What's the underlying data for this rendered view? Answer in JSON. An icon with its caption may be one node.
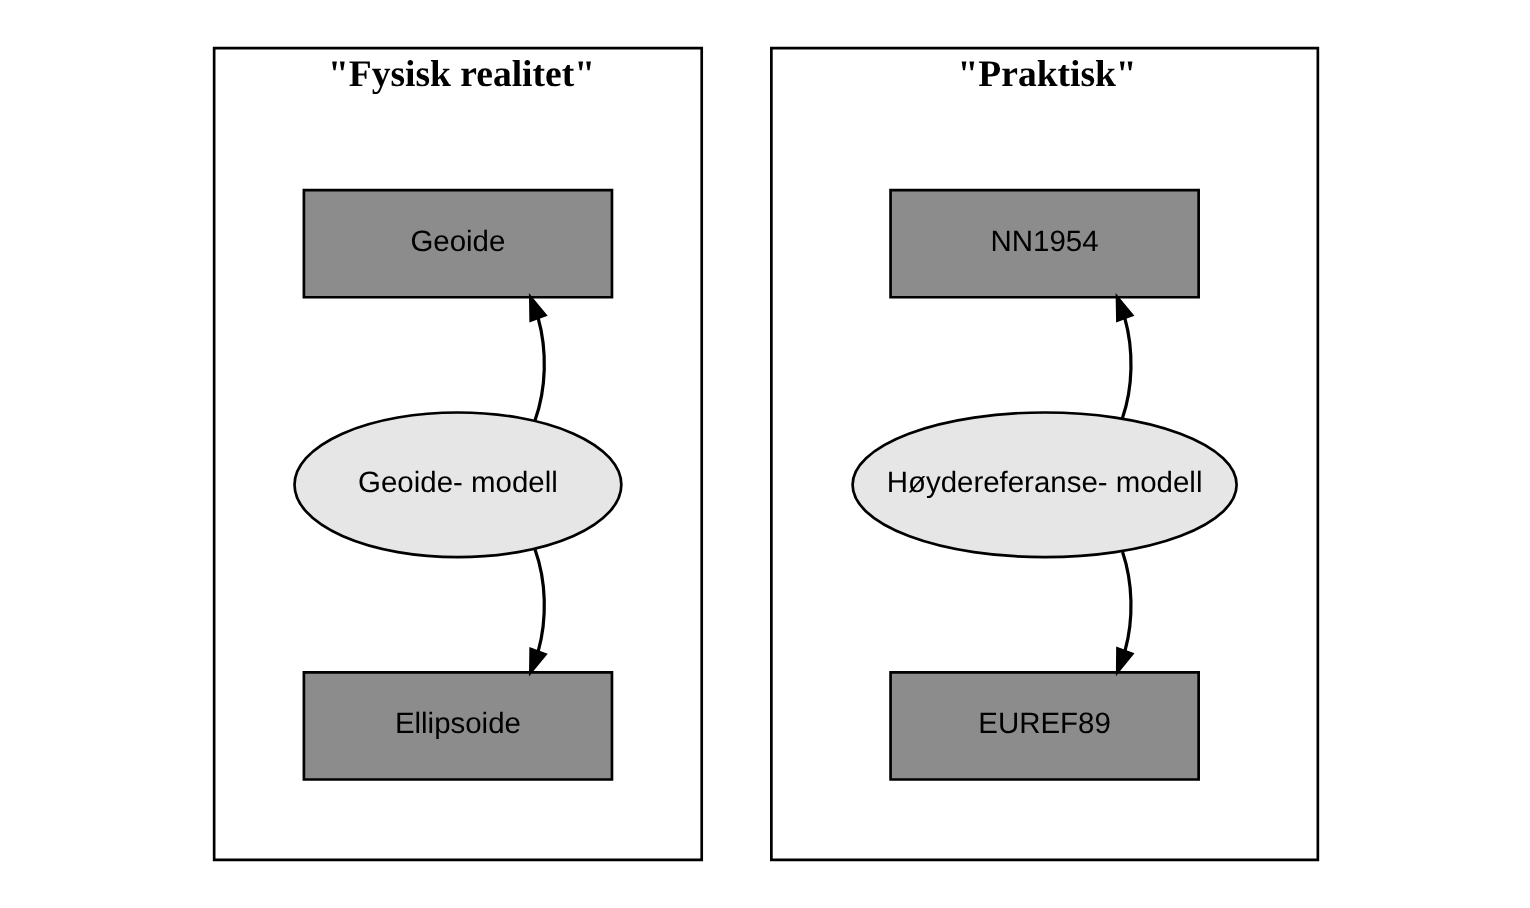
{
  "diagram": {
    "nodes": [
      {
        "text": [
          "\"Fysisk realitet\""
        ]
      },
      {
        "text": [
          "Geoide"
        ],
        "in": 0
      },
      {
        "text": [
          "Geoide- modell"
        ],
        "in": 0
      },
      {
        "text": [
          "Ellipsoide"
        ],
        "in": 0
      },
      {
        "text": [
          "\"Praktisk\""
        ]
      },
      {
        "text": [
          "NN1954"
        ],
        "in": 4
      },
      {
        "text": [
          "Høydereferanse- modell"
        ],
        "in": 4
      },
      {
        "text": [
          "EUREF89"
        ],
        "in": 4
      }
    ],
    "edges": [
      {
        "from": 2,
        "to": 1,
        "arrow": "to"
      },
      {
        "from": 2,
        "to": 3,
        "arrow": "to"
      },
      {
        "from": 6,
        "to": 5,
        "arrow": "to"
      },
      {
        "from": 6,
        "to": 7,
        "arrow": "to"
      }
    ]
  }
}
